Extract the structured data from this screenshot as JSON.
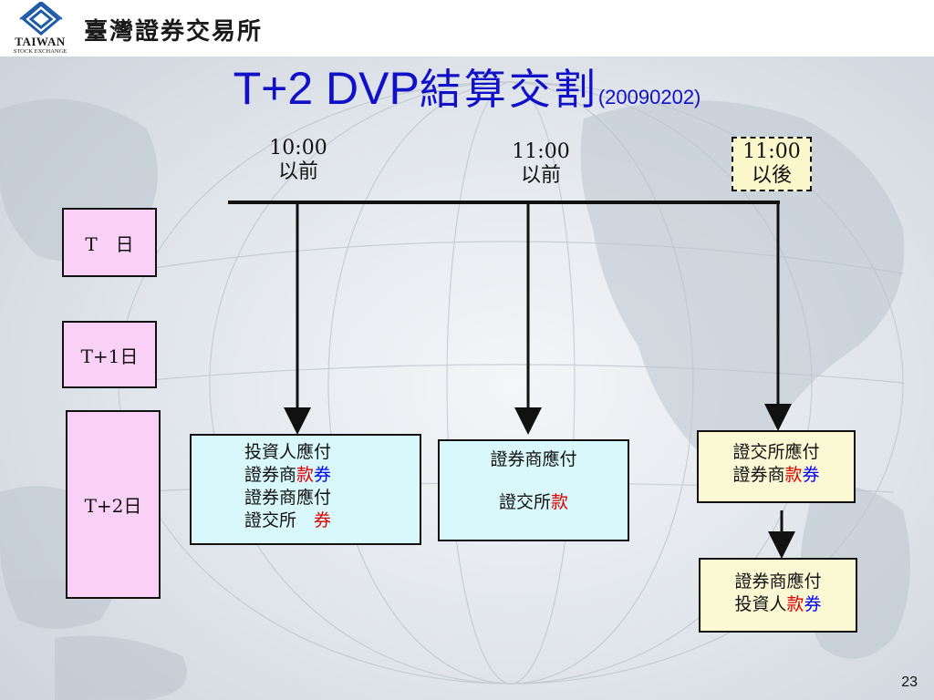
{
  "header": {
    "org_name": "臺灣證券交易所",
    "logo_text": "TAIWAN",
    "logo_sub": "STOCK EXCHANGE"
  },
  "title": {
    "main": "T+2 DVP",
    "cjk": "結算交割",
    "date": "(20090202)"
  },
  "timeline": {
    "t1_time": "10:00",
    "t1_note": "以前",
    "t2_time": "11:00",
    "t2_note": "以前",
    "t3_time": "11:00",
    "t3_note": "以後"
  },
  "days": {
    "t": "T　日",
    "t1": "T+1日",
    "t2": "T+2日"
  },
  "boxes": {
    "box1": {
      "line1": "投資人應付",
      "line2_a": "證券商",
      "line2_b": "款",
      "line2_c": "券",
      "line3": "證券商應付",
      "line4_a": "證交所　",
      "line4_b": "券"
    },
    "box2": {
      "line1": "證券商應付",
      "line2_a": "證交所",
      "line2_b": "款"
    },
    "box3": {
      "line1": "證交所應付",
      "line2_a": "證券商",
      "line2_b": "款",
      "line2_c": "券"
    },
    "box4": {
      "line1": "證券商應付",
      "line2_a": "投資人",
      "line2_b": "款",
      "line2_c": "券"
    }
  },
  "page_number": "23",
  "colors": {
    "title": "#1010c8",
    "day_box": "#f9d1f6",
    "cyan_box": "#d8f8fb",
    "yellow_box": "#fbf9d4",
    "red_text": "#e00000",
    "blue_text": "#0000ee"
  }
}
